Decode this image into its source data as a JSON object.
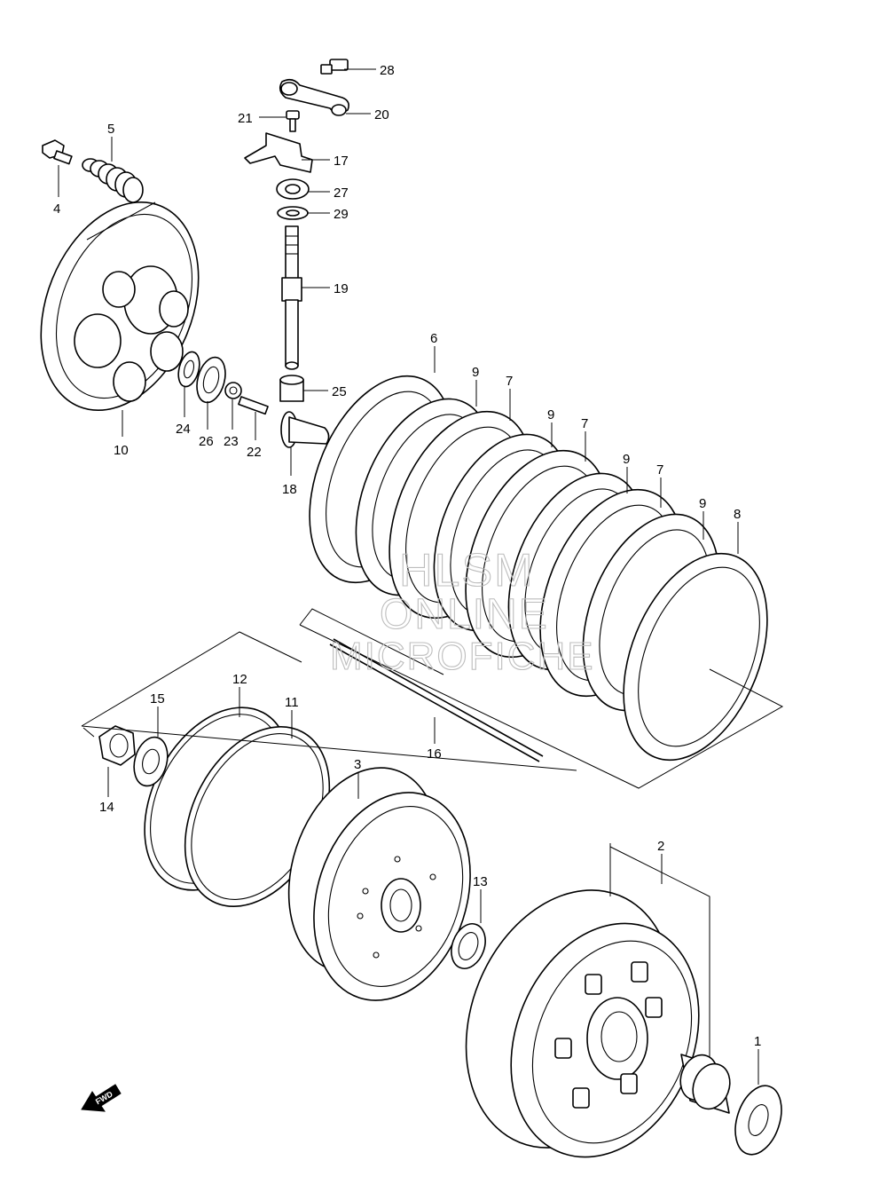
{
  "callouts": [
    {
      "id": "1",
      "label": "1"
    },
    {
      "id": "2",
      "label": "2"
    },
    {
      "id": "3",
      "label": "3"
    },
    {
      "id": "4",
      "label": "4"
    },
    {
      "id": "5",
      "label": "5"
    },
    {
      "id": "6",
      "label": "6"
    },
    {
      "id": "7a",
      "label": "7"
    },
    {
      "id": "7b",
      "label": "7"
    },
    {
      "id": "7c",
      "label": "7"
    },
    {
      "id": "8",
      "label": "8"
    },
    {
      "id": "9a",
      "label": "9"
    },
    {
      "id": "9b",
      "label": "9"
    },
    {
      "id": "9c",
      "label": "9"
    },
    {
      "id": "9d",
      "label": "9"
    },
    {
      "id": "10",
      "label": "10"
    },
    {
      "id": "11",
      "label": "11"
    },
    {
      "id": "12",
      "label": "12"
    },
    {
      "id": "13",
      "label": "13"
    },
    {
      "id": "14",
      "label": "14"
    },
    {
      "id": "15",
      "label": "15"
    },
    {
      "id": "16",
      "label": "16"
    },
    {
      "id": "17",
      "label": "17"
    },
    {
      "id": "18",
      "label": "18"
    },
    {
      "id": "19",
      "label": "19"
    },
    {
      "id": "20",
      "label": "20"
    },
    {
      "id": "21",
      "label": "21"
    },
    {
      "id": "22",
      "label": "22"
    },
    {
      "id": "23",
      "label": "23"
    },
    {
      "id": "24",
      "label": "24"
    },
    {
      "id": "25",
      "label": "25"
    },
    {
      "id": "26",
      "label": "26"
    },
    {
      "id": "27",
      "label": "27"
    },
    {
      "id": "28",
      "label": "28"
    },
    {
      "id": "29",
      "label": "29"
    }
  ],
  "watermark": {
    "line1": "HLSM",
    "line2": "ONLINE",
    "line3": "MICROFICHE"
  },
  "fwd_badge": {
    "label": "FWD",
    "icon": "fwd-arrow-icon"
  }
}
